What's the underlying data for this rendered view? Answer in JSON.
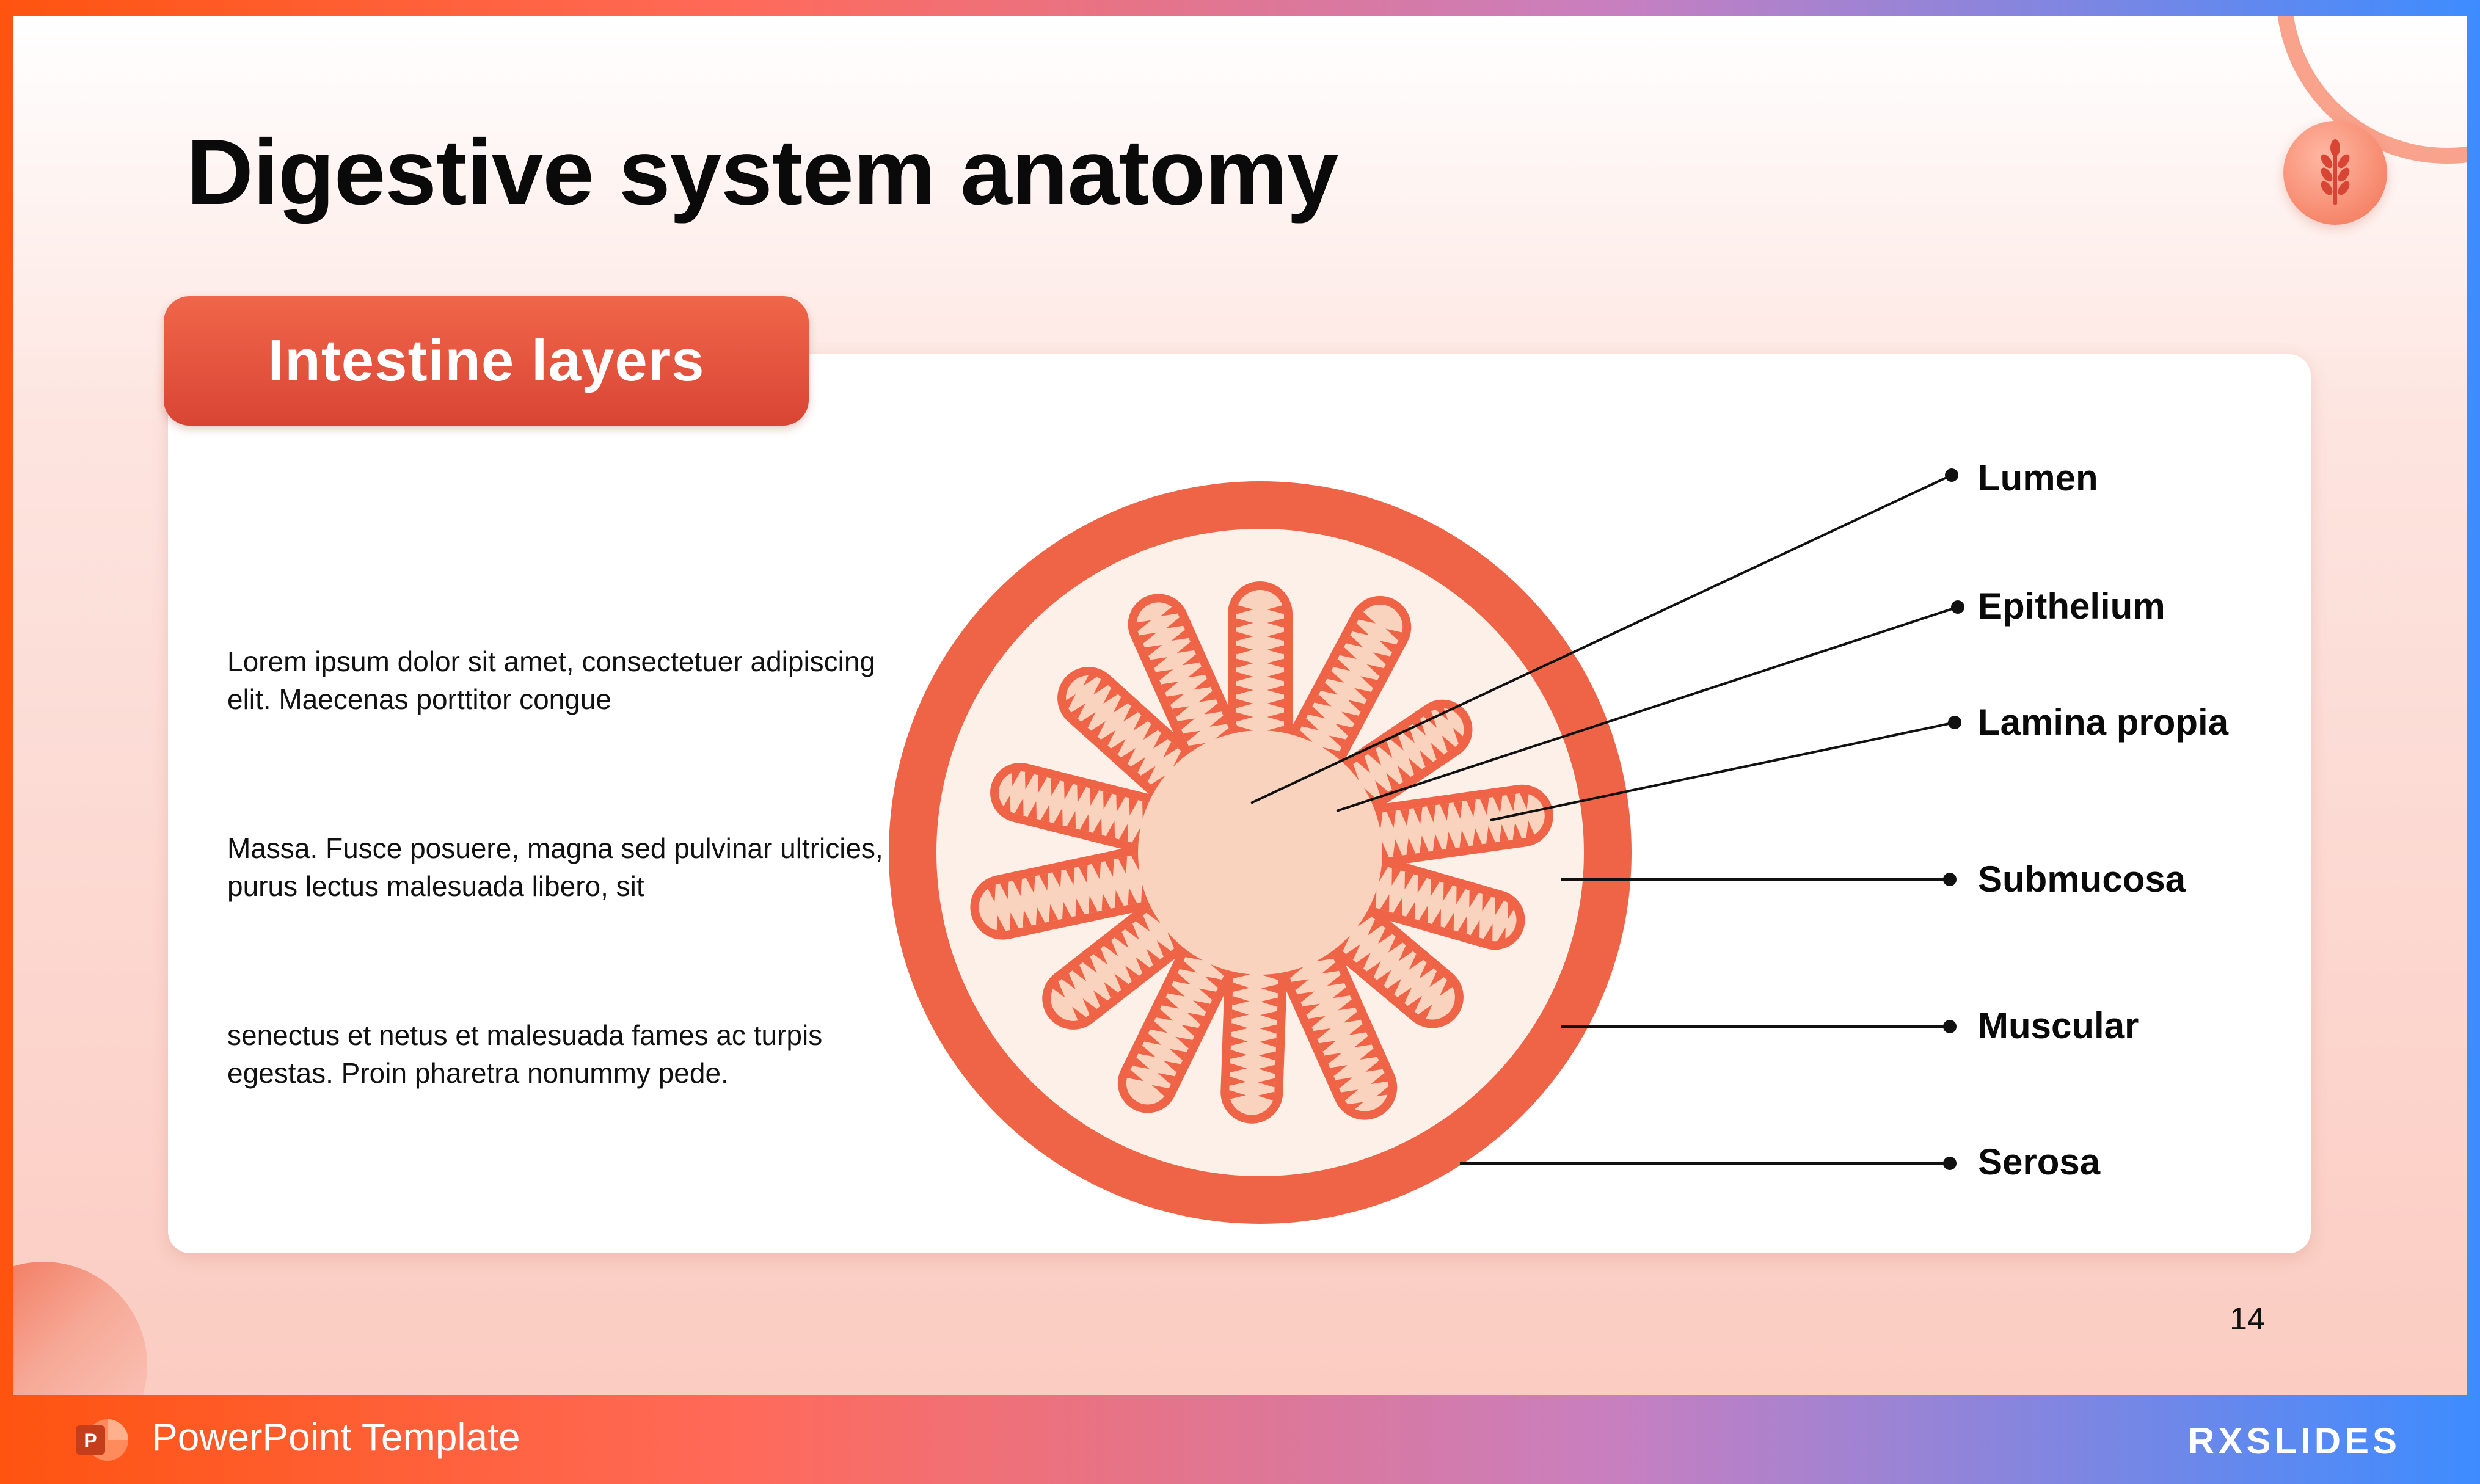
{
  "slide": {
    "title": "Digestive system anatomy",
    "page_number": "14"
  },
  "card": {
    "tab_label": "Intestine layers",
    "paragraphs": [
      "Lorem ipsum dolor sit amet, consectetuer adipiscing elit. Maecenas porttitor congue",
      "Massa. Fusce posuere, magna sed pulvinar ultricies, purus lectus malesuada libero, sit",
      "senectus et netus et malesuada fames ac turpis egestas. Proin pharetra nonummy pede."
    ]
  },
  "diagram": {
    "labels": [
      "Lumen",
      "Epithelium",
      "Lamina propia",
      "Submucosa",
      "Muscular",
      "Serosa"
    ]
  },
  "footer": {
    "template_label": "PowerPoint Template",
    "ppt_icon_letter": "P",
    "brand_name": "RXSLIDES"
  },
  "icons": {
    "badge": "wheat-icon",
    "app": "powerpoint-icon"
  },
  "colors": {
    "accent": "#ef6446",
    "accent_dark": "#d94534",
    "fold_fill": "#f9d3bd",
    "lumen_fill": "#fdf0e8"
  }
}
